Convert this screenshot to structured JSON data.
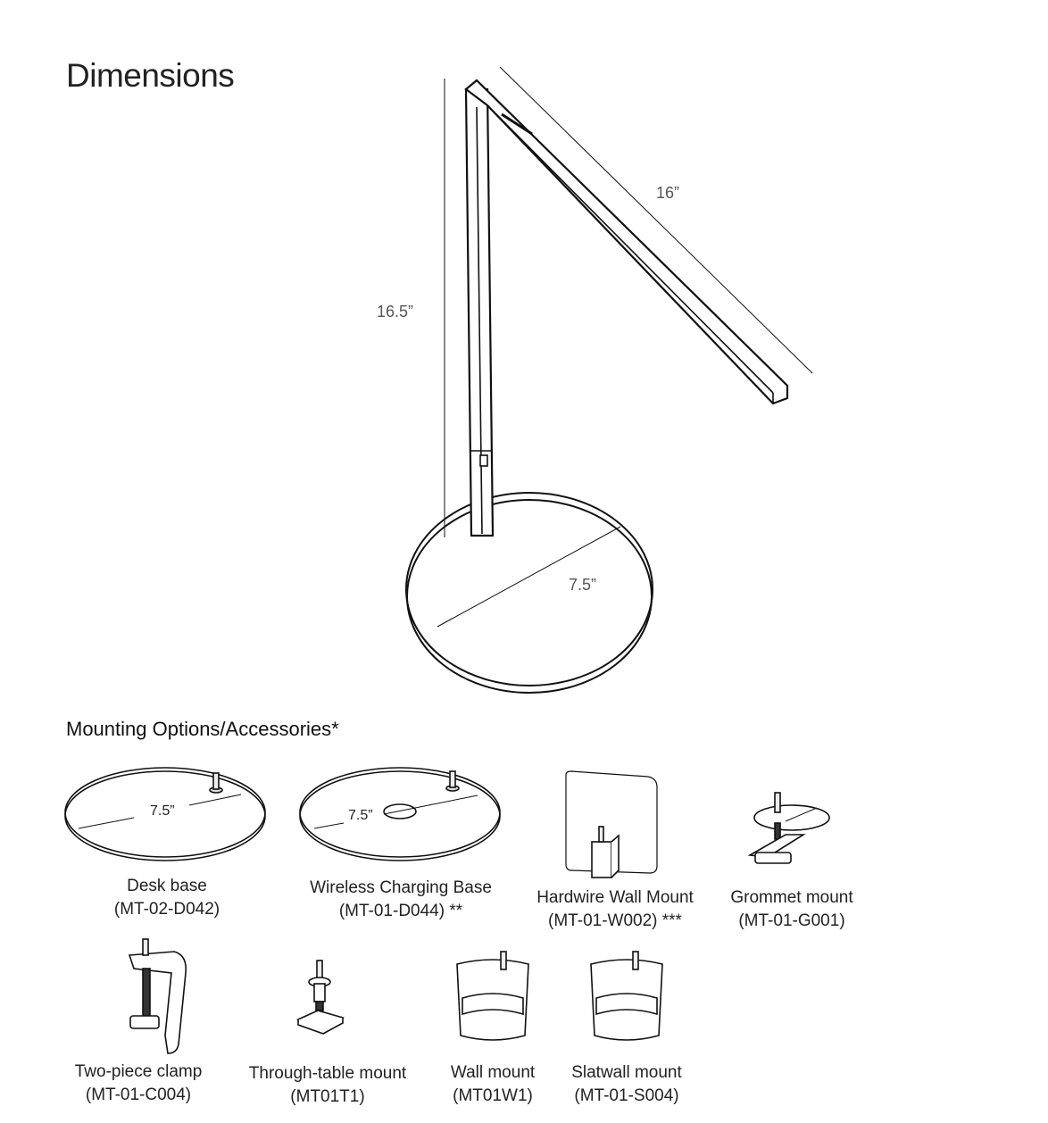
{
  "title": "Dimensions",
  "lamp_dimensions": {
    "arm_length": "16”",
    "height": "16.5”",
    "base_diameter": "7.5”"
  },
  "section_title": "Mounting Options/Accessories*",
  "accessories": [
    {
      "name": "Desk base",
      "code": "(MT-02-D042)",
      "dimension": "7.5”"
    },
    {
      "name": "Wireless Charging Base",
      "code": "(MT-01-D044) **",
      "dimension": "7.5”"
    },
    {
      "name": "Hardwire Wall Mount",
      "code": "(MT-01-W002) ***"
    },
    {
      "name": "Grommet mount",
      "code": "(MT-01-G001)"
    },
    {
      "name": "Two-piece clamp",
      "code": "(MT-01-C004)"
    },
    {
      "name": "Through-table mount",
      "code": "(MT01T1)"
    },
    {
      "name": "Wall mount",
      "code": "(MT01W1)"
    },
    {
      "name": "Slatwall mount",
      "code": "(MT-01-S004)"
    }
  ]
}
